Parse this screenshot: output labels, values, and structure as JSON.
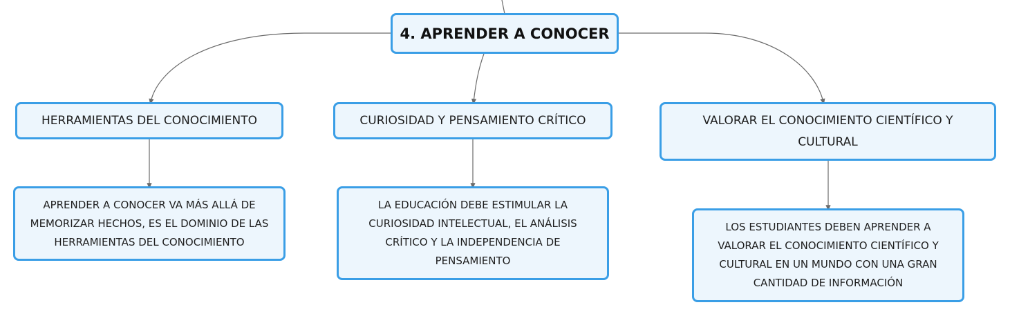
{
  "colors": {
    "node_border": "#3a9ee6",
    "node_fill": "#edf6fd",
    "edge": "#6b6b6b",
    "text": "#1e1e1e"
  },
  "root": {
    "label": "4. APRENDER A CONOCER"
  },
  "branches": [
    {
      "topic": "HERRAMIENTAS DEL CONOCIMIENTO",
      "detail": "APRENDER A CONOCER VA MÁS ALLÁ DE MEMORIZAR HECHOS, ES EL DOMINIO DE LAS HERRAMIENTAS DEL CONOCIMIENTO"
    },
    {
      "topic": "CURIOSIDAD Y PENSAMIENTO CRÍTICO",
      "detail": "LA EDUCACIÓN DEBE ESTIMULAR LA CURIOSIDAD INTELECTUAL, EL ANÁLISIS CRÍTICO Y LA INDEPENDENCIA DE PENSAMIENTO"
    },
    {
      "topic": "VALORAR EL CONOCIMIENTO CIENTÍFICO Y CULTURAL",
      "detail": "LOS ESTUDIANTES DEBEN APRENDER A VALORAR EL CONOCIMIENTO CIENTÍFICO Y CULTURAL EN UN MUNDO CON UNA GRAN CANTIDAD DE INFORMACIÓN"
    }
  ]
}
